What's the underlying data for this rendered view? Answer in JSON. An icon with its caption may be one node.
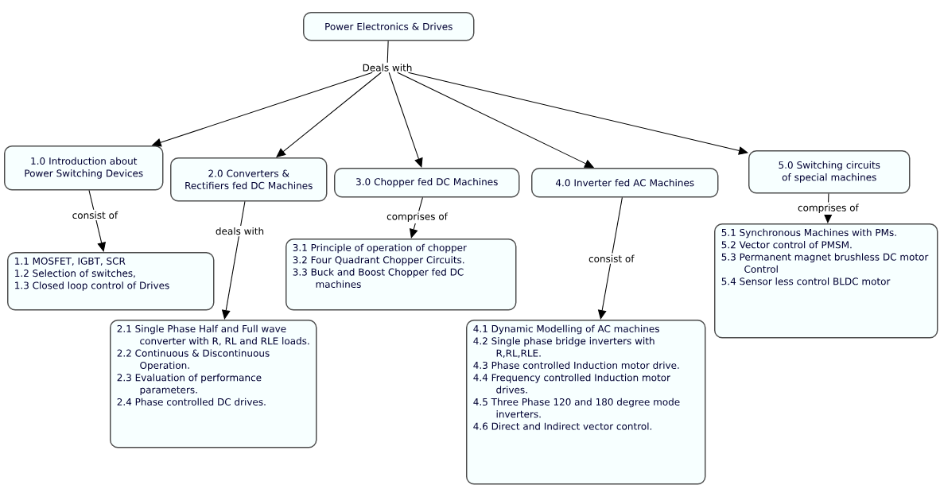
{
  "diagram": {
    "nodes": [
      {
        "text": [
          "Power Electronics & Drives"
        ]
      },
      {
        "text": [
          "Deals with"
        ]
      },
      {
        "text": [
          "1.0 Introduction about Power Switching Devices"
        ]
      },
      {
        "text": [
          "2.0 Converters & Rectifiers fed DC Machines"
        ]
      },
      {
        "text": [
          "3.0 Chopper fed DC Machines"
        ]
      },
      {
        "text": [
          "4.0 Inverter fed AC Machines"
        ]
      },
      {
        "text": [
          "5.0 Switching circuits of special machines"
        ]
      },
      {
        "text": [
          "1.1 MOSFET, IGBT, SCR",
          "1.2 Selection of switches,",
          "1.3 Closed loop control of Drives"
        ]
      },
      {
        "text": [
          "2.1 Single Phase Half and Full wave converter with R, RL and RLE loads.",
          "2.2 Continuous & Discontinuous Operation.",
          "2.3 Evaluation of performance parameters.",
          "2.4 Phase controlled DC drives."
        ]
      },
      {
        "text": [
          "3.1 Principle of operation of chopper",
          "3.2 Four Quadrant Chopper Circuits.",
          "3.3 Buck and Boost Chopper fed DC machines"
        ]
      },
      {
        "text": [
          "4.1 Dynamic Modelling of AC machines",
          "4.2 Single phase bridge inverters with R,RL,RLE.",
          "4.3 Phase controlled Induction motor drive.",
          "4.4 Frequency controlled Induction motor drives.",
          "4.5 Three Phase 120 and 180 degree mode inverters.",
          "4.6 Direct and Indirect vector control."
        ]
      },
      {
        "text": [
          "5.1 Synchronous Machines with PMs.",
          "5.2 Vector control of PMSM.",
          "5.3 Permanent magnet brushless DC motor Control",
          "5.4 Sensor less control BLDC motor"
        ]
      }
    ],
    "edges": [
      {
        "from": 0,
        "to": 1,
        "arrow": "none"
      },
      {
        "from": 1,
        "to": 2,
        "arrow": "to"
      },
      {
        "from": 1,
        "to": 3,
        "arrow": "to"
      },
      {
        "from": 1,
        "to": 4,
        "arrow": "to"
      },
      {
        "from": 1,
        "to": 5,
        "arrow": "to"
      },
      {
        "from": 1,
        "to": 6,
        "arrow": "to"
      },
      {
        "from": 2,
        "to": 7,
        "arrow": "to",
        "label": "consist of"
      },
      {
        "from": 3,
        "to": 8,
        "arrow": "to",
        "label": "deals with"
      },
      {
        "from": 4,
        "to": 9,
        "arrow": "to",
        "label": "comprises of"
      },
      {
        "from": 5,
        "to": 10,
        "arrow": "to",
        "label": "consist of"
      },
      {
        "from": 6,
        "to": 11,
        "arrow": "to",
        "label": "comprises of"
      }
    ]
  }
}
